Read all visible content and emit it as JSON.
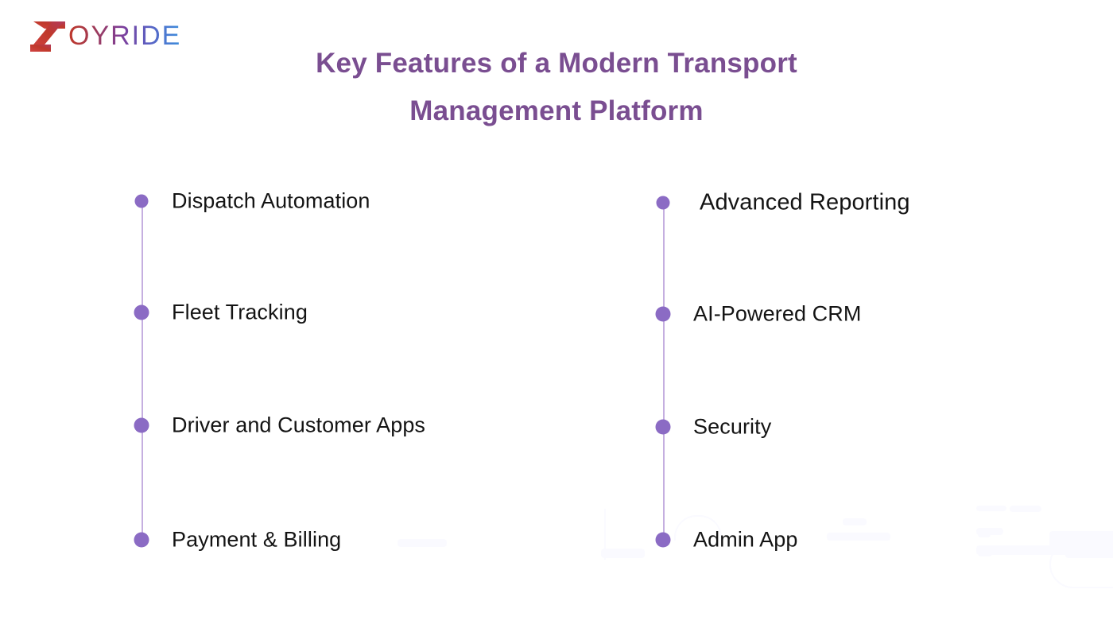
{
  "brand": {
    "logo_mark": "Z",
    "logo_text": "OYRIDE",
    "logo_full": "ZOYRIDE",
    "gradient_start": "#c0392b",
    "gradient_end": "#3d8fdd"
  },
  "header": {
    "title_line1": "Key Features of a Modern Transport",
    "title_line2": "Management Platform",
    "title_color": "#7a4e91"
  },
  "theme": {
    "background": "#ffffff",
    "bullet_color": "#8b6bc4",
    "line_color": "#c5afe0",
    "text_color": "#141414",
    "watermark_color": "#fafaff"
  },
  "columns": [
    {
      "name": "left-column",
      "items": [
        {
          "label": "Dispatch Automation",
          "bullet": "timeline-node"
        },
        {
          "label": "Fleet Tracking",
          "bullet": "timeline-node"
        },
        {
          "label": "Driver and Customer Apps",
          "bullet": "timeline-node"
        },
        {
          "label": "Payment & Billing",
          "bullet": "timeline-node"
        }
      ]
    },
    {
      "name": "right-column",
      "items": [
        {
          "label": "Advanced Reporting",
          "bullet": "timeline-node"
        },
        {
          "label": "AI-Powered CRM",
          "bullet": "timeline-node"
        },
        {
          "label": "Security",
          "bullet": "timeline-node"
        },
        {
          "label": "Admin App",
          "bullet": "timeline-node"
        }
      ]
    }
  ]
}
